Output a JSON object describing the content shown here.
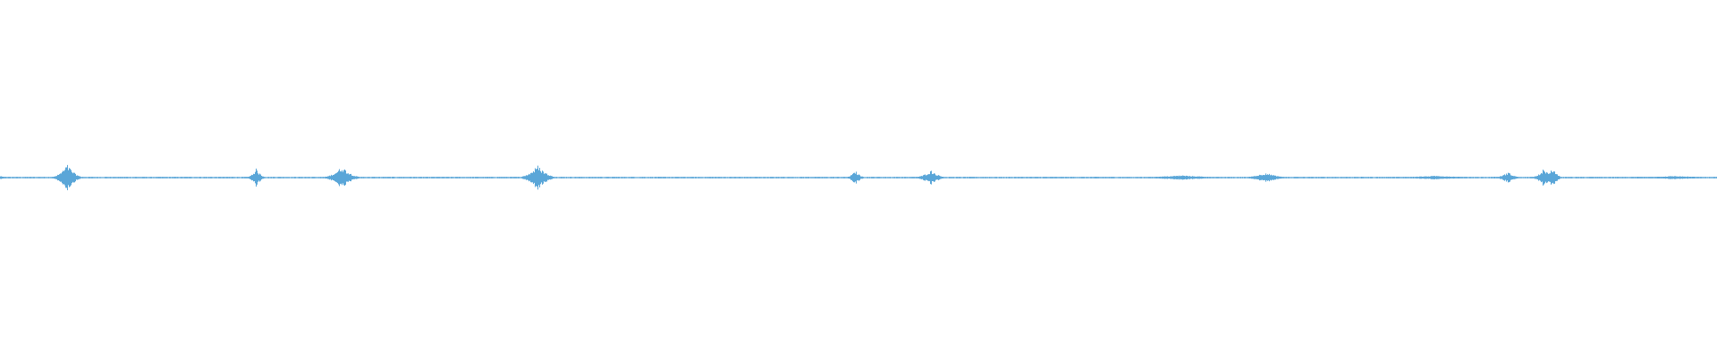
{
  "waveform": {
    "color": "#5aa6d8",
    "background": "#ffffff",
    "baseline_amplitude": 0.012,
    "events": [
      {
        "position": 0.0,
        "amplitude": 0.05,
        "width": 0.004
      },
      {
        "position": 0.039,
        "amplitude": 0.55,
        "width": 0.01
      },
      {
        "position": 0.149,
        "amplitude": 0.38,
        "width": 0.006
      },
      {
        "position": 0.199,
        "amplitude": 0.48,
        "width": 0.012
      },
      {
        "position": 0.313,
        "amplitude": 0.52,
        "width": 0.012
      },
      {
        "position": 0.498,
        "amplitude": 0.28,
        "width": 0.006
      },
      {
        "position": 0.542,
        "amplitude": 0.3,
        "width": 0.01
      },
      {
        "position": 0.688,
        "amplitude": 0.08,
        "width": 0.03
      },
      {
        "position": 0.737,
        "amplitude": 0.2,
        "width": 0.014
      },
      {
        "position": 0.836,
        "amplitude": 0.06,
        "width": 0.03
      },
      {
        "position": 0.878,
        "amplitude": 0.22,
        "width": 0.008
      },
      {
        "position": 0.899,
        "amplitude": 0.38,
        "width": 0.008
      },
      {
        "position": 0.904,
        "amplitude": 0.42,
        "width": 0.006
      },
      {
        "position": 0.975,
        "amplitude": 0.05,
        "width": 0.03
      }
    ]
  }
}
